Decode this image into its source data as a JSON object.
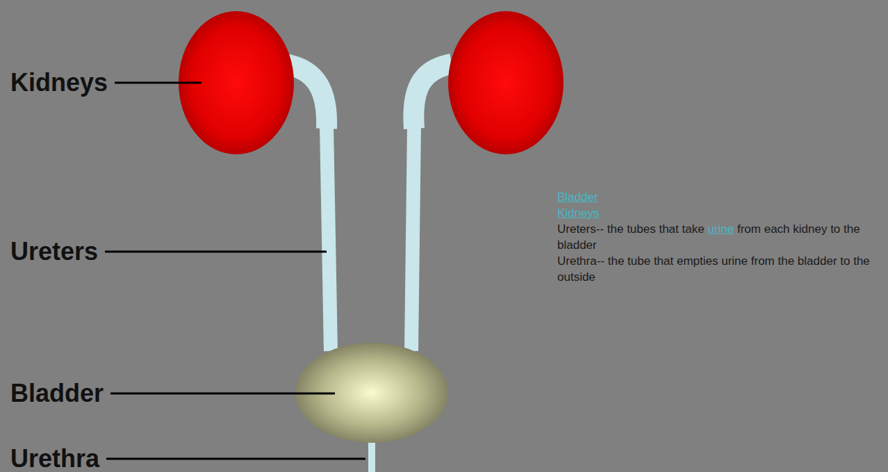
{
  "diagram": {
    "labels": [
      "Kidneys",
      "Ureters",
      "Bladder",
      "Urethra",
      "Bladder",
      "Kidneys",
      "Ureters-- the tubes that take",
      "urine",
      "from each kidney to the bladder",
      "Urethra-- the tube that empties urine from the bladder to the outside"
    ]
  }
}
